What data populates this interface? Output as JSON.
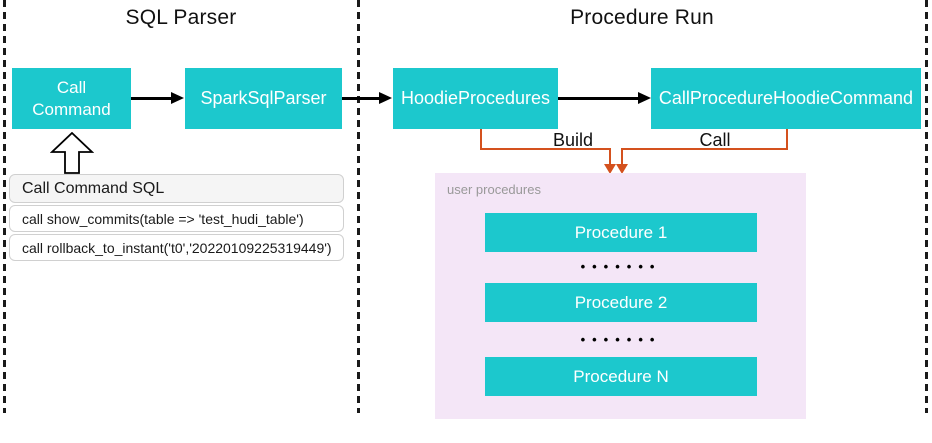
{
  "sections": {
    "left_title": "SQL Parser",
    "right_title": "Procedure Run"
  },
  "nodes": {
    "call_command": "Call Command",
    "spark_sql_parser": "SparkSqlParser",
    "hoodie_procedures": "HoodieProcedures",
    "call_procedure_hoodie_command": "CallProcedureHoodieCommand"
  },
  "edge_labels": {
    "build": "Build",
    "call": "Call"
  },
  "sql_panel": {
    "header": "Call Command SQL",
    "rows": [
      "call show_commits(table => 'test_hudi_table')",
      "call rollback_to_instant('t0','20220109225319449')"
    ]
  },
  "user_procedures": {
    "label": "user procedures",
    "items": [
      "Procedure 1",
      "Procedure 2",
      "Procedure N"
    ],
    "ellipsis": "•••••••"
  },
  "colors": {
    "teal": "#1cc8cd",
    "orange": "#d4511e",
    "pink": "#f4e6f7",
    "panel_header_bg": "#f5f5f5"
  }
}
